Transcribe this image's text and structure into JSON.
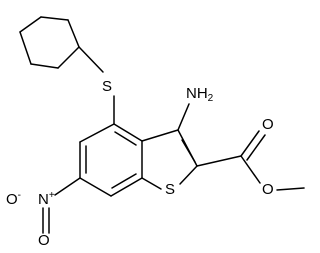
{
  "molecule": {
    "atom_labels": {
      "sulfur_thioether": "S",
      "amino": {
        "main": "NH",
        "sub": "2"
      },
      "nitro_n": {
        "main": "N",
        "sup": "+"
      },
      "nitro_o_minus": {
        "main": "O",
        "sup": "-"
      },
      "nitro_o_double": "O",
      "thiophene_s": "S",
      "ester_o_carbonyl": "O",
      "ester_o_single": "O"
    }
  }
}
